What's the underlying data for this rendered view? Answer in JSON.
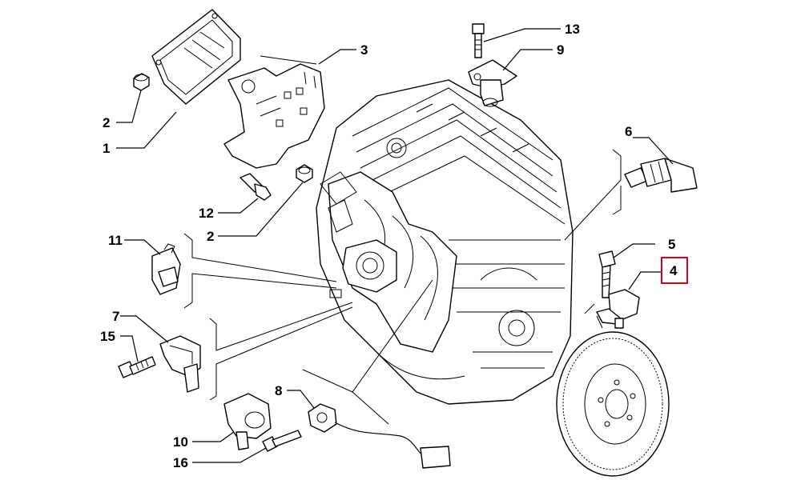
{
  "callouts": {
    "c1": "1",
    "c2a": "2",
    "c2b": "2",
    "c3": "3",
    "c4": "4",
    "c5": "5",
    "c6": "6",
    "c7": "7",
    "c8": "8",
    "c9": "9",
    "c10": "10",
    "c11": "11",
    "c12": "12",
    "c13": "13",
    "c15": "15",
    "c16": "16"
  },
  "highlighted_callout": "4",
  "colors": {
    "line": "#000000",
    "highlight": "#d0021b",
    "background": "#ffffff"
  }
}
